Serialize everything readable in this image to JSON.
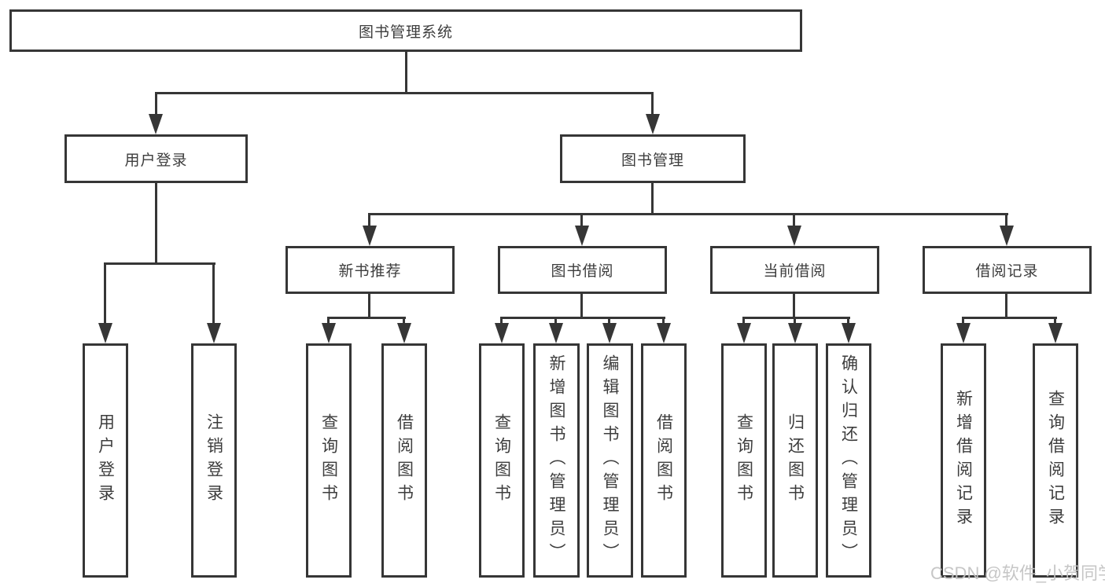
{
  "diagram": {
    "root_label": "图书管理系统",
    "user_login": {
      "label": "用户登录",
      "children": [
        "用户登录",
        "注销登录"
      ]
    },
    "book_mgmt": {
      "label": "图书管理"
    },
    "new_book": {
      "label": "新书推荐",
      "children": [
        "查询图书",
        "借阅图书"
      ]
    },
    "borrow": {
      "label": "图书借阅",
      "children": [
        "查询图书",
        "新增图书（管理员）",
        "编辑图书（管理员）",
        "借阅图书"
      ]
    },
    "current": {
      "label": "当前借阅",
      "children": [
        "查询图书",
        "归还图书",
        "确认归还（管理员）"
      ]
    },
    "records": {
      "label": "借阅记录",
      "children": [
        "新增借阅记录",
        "查询借阅记录"
      ]
    },
    "watermark": "CSDN @软件_小贺同学"
  }
}
